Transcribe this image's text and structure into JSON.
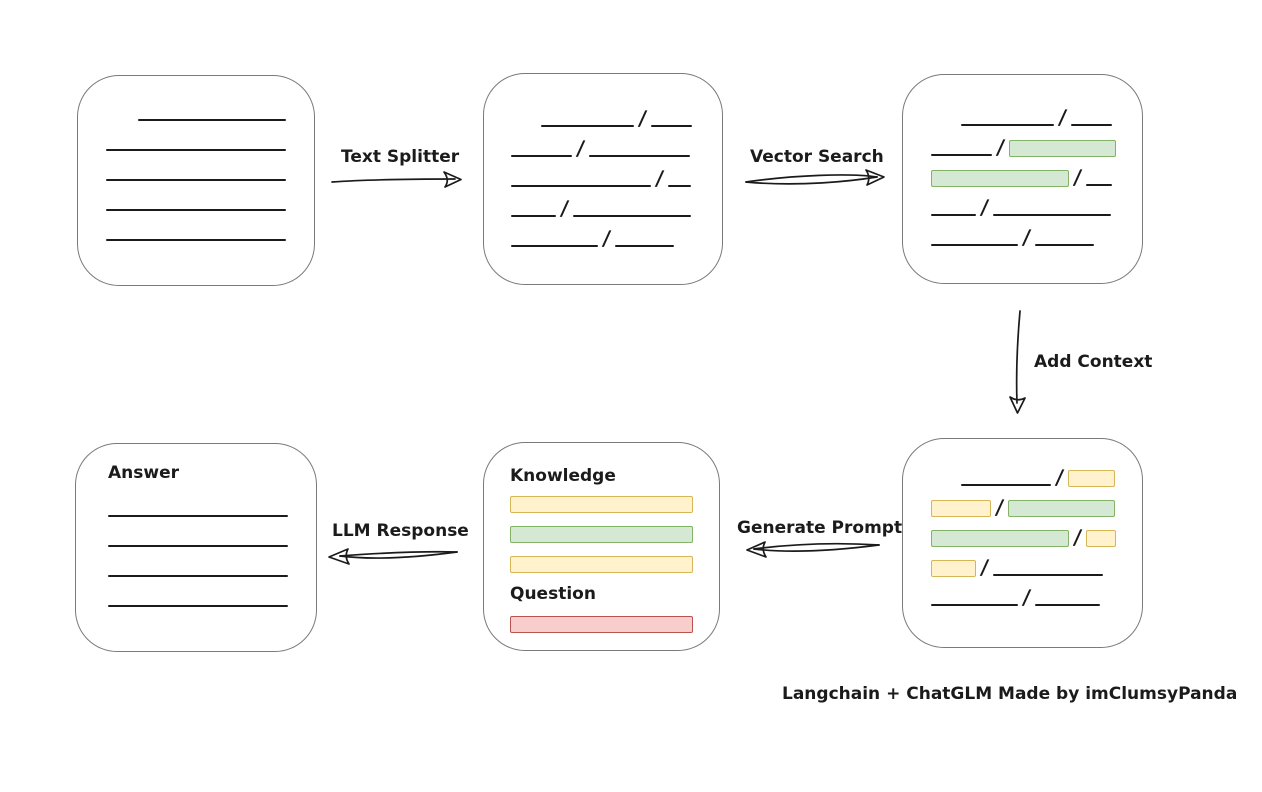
{
  "caption": "Langchain + ChatGLM Made by imClumsyPanda",
  "glyphs": {
    "slash": "/"
  },
  "colors": {
    "ink": "#1b1b1b",
    "box_border": "#7a7a7a",
    "green_fill": "#d5e8d4",
    "green_border": "#82b366",
    "yellow_fill": "#fff2cc",
    "yellow_border": "#d6b656",
    "red_fill": "#f8cecc",
    "red_border": "#b85450"
  },
  "arrows": {
    "text_splitter": {
      "label": "Text Splitter",
      "direction": "right"
    },
    "vector_search": {
      "label": "Vector Search",
      "direction": "right"
    },
    "add_context": {
      "label": "Add Context",
      "direction": "down"
    },
    "generate_prompt": {
      "label": "Generate Prompt",
      "direction": "left"
    },
    "llm_response": {
      "label": "LLM Response",
      "direction": "left"
    }
  },
  "boxes": {
    "source_document": {
      "rows": [
        {
          "ind": 32,
          "segs": [
            {
              "t": "line",
              "w": 148
            }
          ]
        },
        {
          "segs": [
            {
              "t": "line",
              "w": 180
            }
          ]
        },
        {
          "segs": [
            {
              "t": "line",
              "w": 180
            }
          ]
        },
        {
          "segs": [
            {
              "t": "line",
              "w": 180
            }
          ]
        },
        {
          "segs": [
            {
              "t": "line",
              "w": 180
            }
          ]
        }
      ]
    },
    "split_chunks": {
      "rows": [
        {
          "ind": 30,
          "segs": [
            {
              "t": "line",
              "w": 93
            },
            {
              "t": "slash"
            },
            {
              "t": "line",
              "w": 41
            }
          ]
        },
        {
          "segs": [
            {
              "t": "line",
              "w": 61
            },
            {
              "t": "slash"
            },
            {
              "t": "line",
              "w": 101
            }
          ]
        },
        {
          "segs": [
            {
              "t": "line",
              "w": 140
            },
            {
              "t": "slash"
            },
            {
              "t": "line",
              "w": 23
            }
          ]
        },
        {
          "segs": [
            {
              "t": "line",
              "w": 45
            },
            {
              "t": "slash"
            },
            {
              "t": "line",
              "w": 118
            }
          ]
        },
        {
          "segs": [
            {
              "t": "line",
              "w": 87
            },
            {
              "t": "slash"
            },
            {
              "t": "line",
              "w": 59
            }
          ]
        }
      ]
    },
    "retrieved_chunks": {
      "rows": [
        {
          "ind": 30,
          "segs": [
            {
              "t": "line",
              "w": 93
            },
            {
              "t": "slash"
            },
            {
              "t": "line",
              "w": 41
            }
          ]
        },
        {
          "segs": [
            {
              "t": "line",
              "w": 61
            },
            {
              "t": "slash"
            },
            {
              "t": "green",
              "w": 107
            }
          ]
        },
        {
          "segs": [
            {
              "t": "green",
              "w": 138
            },
            {
              "t": "slash"
            },
            {
              "t": "line",
              "w": 26
            }
          ]
        },
        {
          "segs": [
            {
              "t": "line",
              "w": 45
            },
            {
              "t": "slash"
            },
            {
              "t": "line",
              "w": 118
            }
          ]
        },
        {
          "segs": [
            {
              "t": "line",
              "w": 87
            },
            {
              "t": "slash"
            },
            {
              "t": "line",
              "w": 59
            }
          ]
        }
      ]
    },
    "context_chunks": {
      "rows": [
        {
          "ind": 30,
          "segs": [
            {
              "t": "line",
              "w": 90
            },
            {
              "t": "slash"
            },
            {
              "t": "yellow",
              "w": 47
            }
          ]
        },
        {
          "segs": [
            {
              "t": "yellow",
              "w": 60
            },
            {
              "t": "slash"
            },
            {
              "t": "green",
              "w": 107
            }
          ]
        },
        {
          "segs": [
            {
              "t": "green",
              "w": 138
            },
            {
              "t": "slash"
            },
            {
              "t": "yellow",
              "w": 30
            }
          ]
        },
        {
          "segs": [
            {
              "t": "yellow",
              "w": 45
            },
            {
              "t": "slash"
            },
            {
              "t": "line",
              "w": 110
            }
          ]
        },
        {
          "segs": [
            {
              "t": "line",
              "w": 87
            },
            {
              "t": "slash"
            },
            {
              "t": "line",
              "w": 65
            }
          ]
        }
      ]
    },
    "prompt": {
      "knowledge_label": "Knowledge",
      "question_label": "Question",
      "knowledge_rows": [
        {
          "segs": [
            {
              "t": "yellow",
              "w": 183
            }
          ]
        },
        {
          "segs": [
            {
              "t": "green",
              "w": 183
            }
          ]
        },
        {
          "segs": [
            {
              "t": "yellow",
              "w": 183
            }
          ]
        }
      ],
      "question_rows": [
        {
          "segs": [
            {
              "t": "red",
              "w": 183
            }
          ]
        }
      ]
    },
    "answer": {
      "label": "Answer",
      "rows": [
        {
          "segs": [
            {
              "t": "line",
              "w": 180
            }
          ]
        },
        {
          "segs": [
            {
              "t": "line",
              "w": 180
            }
          ]
        },
        {
          "segs": [
            {
              "t": "line",
              "w": 180
            }
          ]
        },
        {
          "segs": [
            {
              "t": "line",
              "w": 180
            }
          ]
        }
      ]
    }
  }
}
